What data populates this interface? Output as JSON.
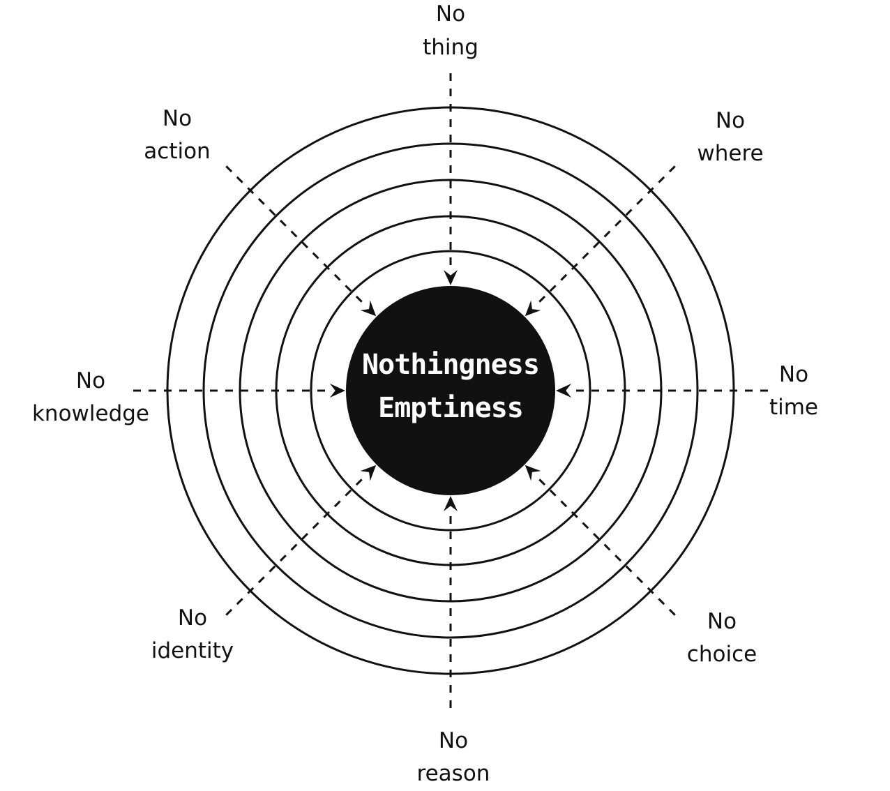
{
  "colors": {
    "ink": "#111111",
    "center_text": "#ffffff",
    "background": "#ffffff"
  },
  "center": {
    "line1": "Nothingness",
    "line2": "Emptiness"
  },
  "rays": [
    {
      "id": "no-thing",
      "angle": 270,
      "line1": "No",
      "line2": "thing"
    },
    {
      "id": "no-where",
      "angle": 315,
      "line1": "No",
      "line2": "where"
    },
    {
      "id": "no-time",
      "angle": 0,
      "line1": "No",
      "line2": "time"
    },
    {
      "id": "no-choice",
      "angle": 45,
      "line1": "No",
      "line2": "choice"
    },
    {
      "id": "no-reason",
      "angle": 90,
      "line1": "No",
      "line2": "reason"
    },
    {
      "id": "no-identity",
      "angle": 135,
      "line1": "No",
      "line2": "identity"
    },
    {
      "id": "no-knowledge",
      "angle": 180,
      "line1": "No",
      "line2": "knowledge"
    },
    {
      "id": "no-action",
      "angle": 225,
      "line1": "No",
      "line2": "action"
    }
  ]
}
